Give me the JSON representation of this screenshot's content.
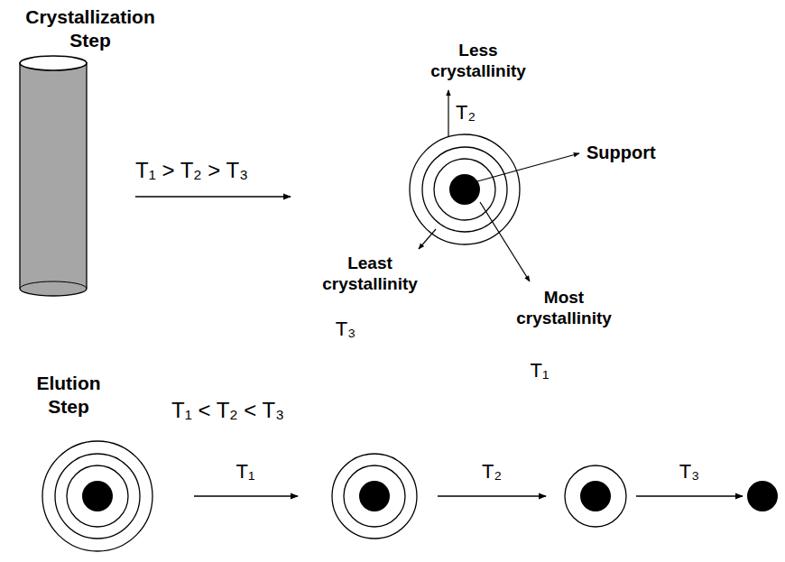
{
  "diagram": {
    "nodes": [
      {
        "text": [
          "Crystallization Step"
        ]
      }
    ],
    "labels": [
      "T₁ > T₂ > T₃",
      "Less crystallinity",
      "T₂",
      "Support",
      "Least crystallinity",
      "T₃",
      "Most crystallinity",
      "T₁",
      "Elution Step",
      "T₁ < T₂ < T₃",
      "T₁",
      "T₂",
      "T₃"
    ]
  }
}
